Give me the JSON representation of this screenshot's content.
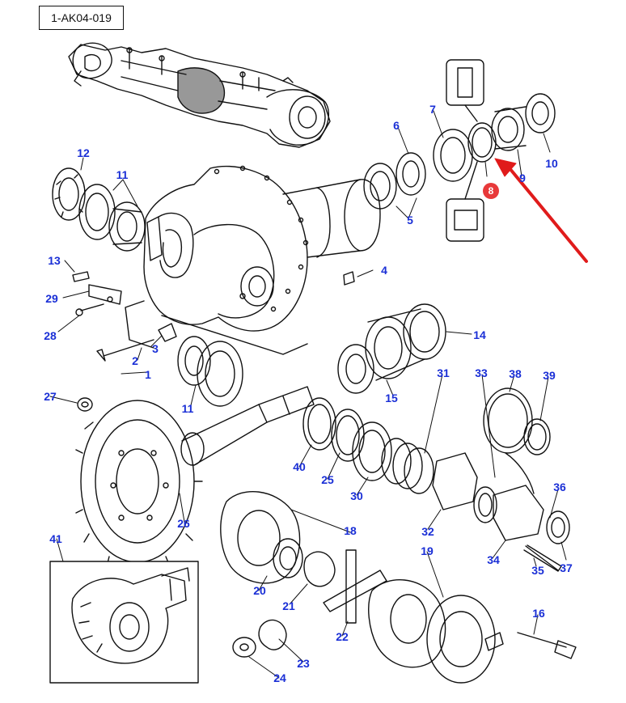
{
  "diagram": {
    "reference_code": "1-AK04-019",
    "highlighted_part": "8",
    "highlight_color": "#e8393a",
    "label_color": "#1a2fd6",
    "arrow_color": "#e01b1b",
    "callouts": [
      "1",
      "2",
      "3",
      "4",
      "5",
      "6",
      "7",
      "9",
      "10",
      "11",
      "11",
      "12",
      "13",
      "14",
      "15",
      "16",
      "18",
      "19",
      "20",
      "21",
      "22",
      "23",
      "24",
      "25",
      "26",
      "27",
      "28",
      "29",
      "30",
      "31",
      "32",
      "33",
      "34",
      "35",
      "36",
      "37",
      "38",
      "39",
      "40",
      "41"
    ]
  }
}
